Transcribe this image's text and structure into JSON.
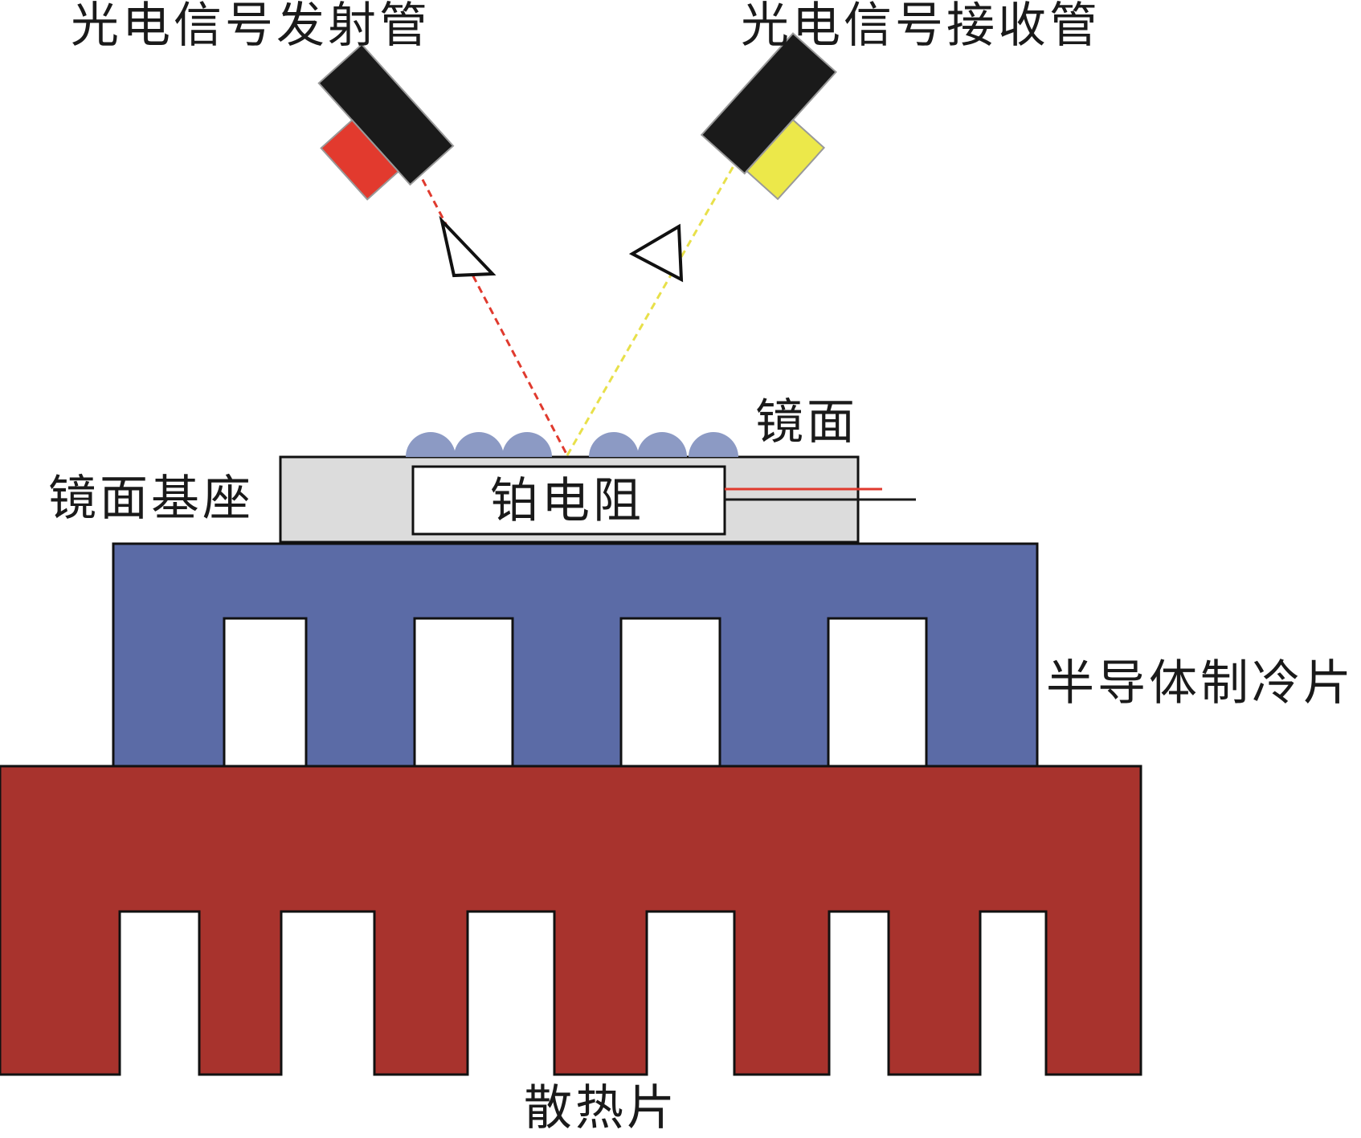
{
  "labels": {
    "emitter": "光电信号发射管",
    "receiver": "光电信号接收管",
    "mirror": "镜面",
    "mirror_base": "镜面基座",
    "platinum_resistor": "铂电阻",
    "peltier": "半导体制冷片",
    "heat_sink": "散热片"
  },
  "colors": {
    "emitter_body": "#1a1a1a",
    "emitter_led": "#e23a2e",
    "receiver_led": "#ece84a",
    "emit_beam": "#e03a2e",
    "recv_beam": "#e8e04a",
    "droplets": "#8c9ac4",
    "mirror_base": "#dcdcdc",
    "peltier": "#5b6ba6",
    "heat_sink": "#a8332d",
    "wire_red": "#e03a2e",
    "wire_black": "#1a1a1a"
  }
}
